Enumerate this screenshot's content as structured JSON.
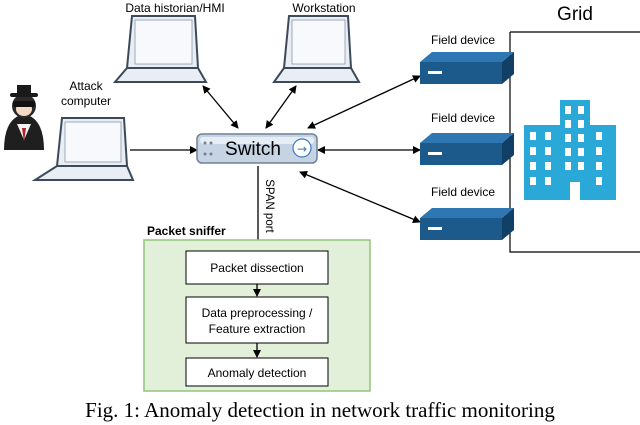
{
  "grid_label": "Grid",
  "nodes": {
    "historian": "Data historian/HMI",
    "workstation": "Workstation",
    "attacker_line1": "Attack",
    "attacker_line2": "computer",
    "switch": "Switch",
    "switch_arrow": "→",
    "span_port": "SPAN port",
    "field_device_1": "Field device",
    "field_device_2": "Field device",
    "field_device_3": "Field device"
  },
  "sniffer": {
    "title": "Packet sniffer",
    "step1": "Packet dissection",
    "step2_line1": "Data preprocessing /",
    "step2_line2": "Feature extraction",
    "step3": "Anomaly detection"
  },
  "caption": "Fig. 1: Anomaly detection in network traffic monitoring",
  "colors": {
    "laptop_fill": "#e9eef5",
    "laptop_stroke": "#3c4a5a",
    "device_blue": "#1d5a8c",
    "device_dark": "#123f66",
    "building_blue": "#2aa8d8",
    "sniffer_fill": "#e2f0da",
    "sniffer_stroke": "#92c47d",
    "switch_fill": "#c6d3e3",
    "switch_stroke": "#6f8299"
  }
}
